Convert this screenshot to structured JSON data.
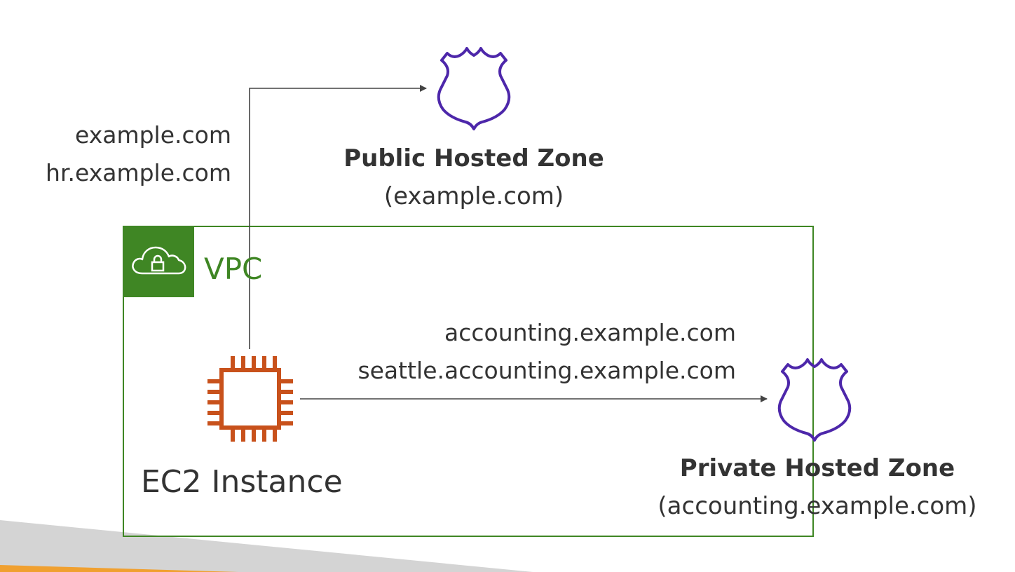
{
  "colors": {
    "vpc_green": "#3F8624",
    "ec2_orange": "#C8511B",
    "zone_purple": "#4D27AA",
    "arrow_gray": "#444444",
    "text_dark": "#333333",
    "footer_gray": "#D4D4D4",
    "footer_orange": "#F0A030"
  },
  "icons": {
    "vpc": "cloud-lock-icon",
    "ec2": "chip-icon",
    "zone": "route53-shield-icon"
  },
  "public_zone": {
    "title": "Public Hosted Zone",
    "domain": "(example.com)"
  },
  "private_zone": {
    "title": "Private Hosted Zone",
    "domain": "(accounting.example.com)"
  },
  "vpc": {
    "label": "VPC"
  },
  "ec2": {
    "label": "EC2 Instance"
  },
  "public_queries": [
    "example.com",
    "hr.example.com"
  ],
  "private_queries": [
    "accounting.example.com",
    "seattle.accounting.example.com"
  ]
}
